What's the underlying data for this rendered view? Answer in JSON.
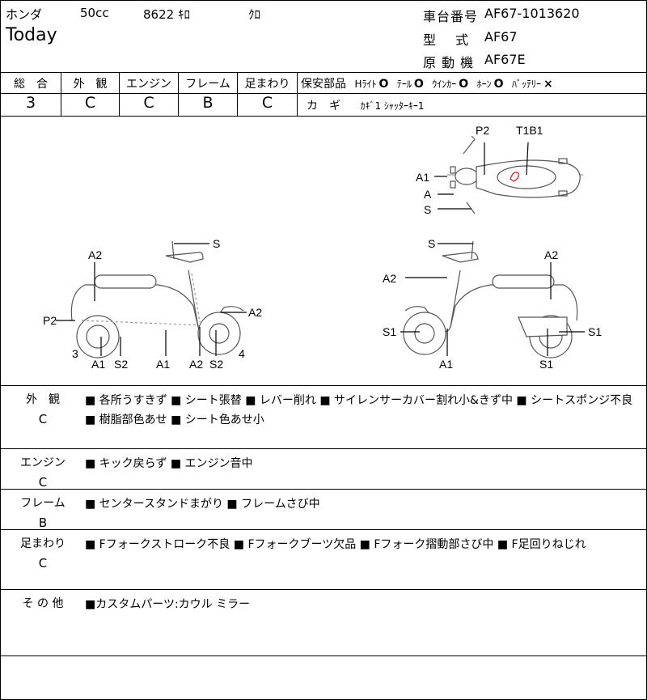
{
  "header": {
    "maker": "ホンダ",
    "displacement": "50cc",
    "mileage": "8622",
    "mileage_unit": "ｷﾛ",
    "color": "ｸﾛ",
    "model_name": "Today",
    "frame_no_label": "車台番号",
    "frame_no": "AF67-1013620",
    "type_label": "型　 式",
    "type": "AF67",
    "engine_label": "原 動 機",
    "engine": "AF67E"
  },
  "grades": [
    {
      "label": "総　合",
      "value": "3"
    },
    {
      "label": "外　観",
      "value": "C"
    },
    {
      "label": "エンジン",
      "value": "C"
    },
    {
      "label": "フレーム",
      "value": "B"
    },
    {
      "label": "足まわり",
      "value": "C"
    }
  ],
  "safety": {
    "label": "保安部品",
    "items": [
      {
        "name": "Hﾗｲﾄ",
        "mark": "O"
      },
      {
        "name": "ﾃｰﾙ",
        "mark": "O"
      },
      {
        "name": "ｳｲﾝｶｰ",
        "mark": "O"
      },
      {
        "name": "ﾎｰﾝ",
        "mark": "O"
      },
      {
        "name": "ﾊﾞｯﾃﾘｰ",
        "mark": "×"
      }
    ],
    "key_label": "カ　ギ",
    "key_value": "ｶｷﾞ1 ｼｬｯﾀｰｷｰ1"
  },
  "diagram": {
    "top": {
      "P2": "P2",
      "T1B1": "T1B1",
      "A1": "A1",
      "A": "A",
      "S": "S"
    },
    "left": {
      "S": "S",
      "A2a": "A2",
      "A2b": "A2",
      "P2": "P2",
      "n3": "3",
      "A1a": "A1",
      "S2a": "S2",
      "A1b": "A1",
      "A2c": "A2",
      "S2b": "S2",
      "n4": "4"
    },
    "right": {
      "S": "S",
      "A2a": "A2",
      "A2b": "A2",
      "S1a": "S1",
      "A1": "A1",
      "S1b": "S1",
      "S1c": "S1"
    }
  },
  "comments": [
    {
      "category": "外　観",
      "grade": "C",
      "text": "■ 各所うすきず ■ シート張替 ■ レバー削れ ■ サイレンサーカバー割れ小&きず中 ■ シートスポンジ不良 ■ 樹脂部色あせ ■ シート色あせ小"
    },
    {
      "category": "エンジン",
      "grade": "C",
      "text": "■ キック戻らず ■ エンジン音中"
    },
    {
      "category": "フレーム",
      "grade": "B",
      "text": "■ センタースタンドまがり ■ フレームさび中"
    },
    {
      "category": "足まわり",
      "grade": "C",
      "text": "■ Fフォークストローク不良 ■ Fフォークブーツ欠品 ■ Fフォーク摺動部さび中 ■ F足回りねじれ"
    },
    {
      "category": "そ の 他",
      "grade": "",
      "text": "■カスタムパーツ:カウル ミラー"
    }
  ]
}
